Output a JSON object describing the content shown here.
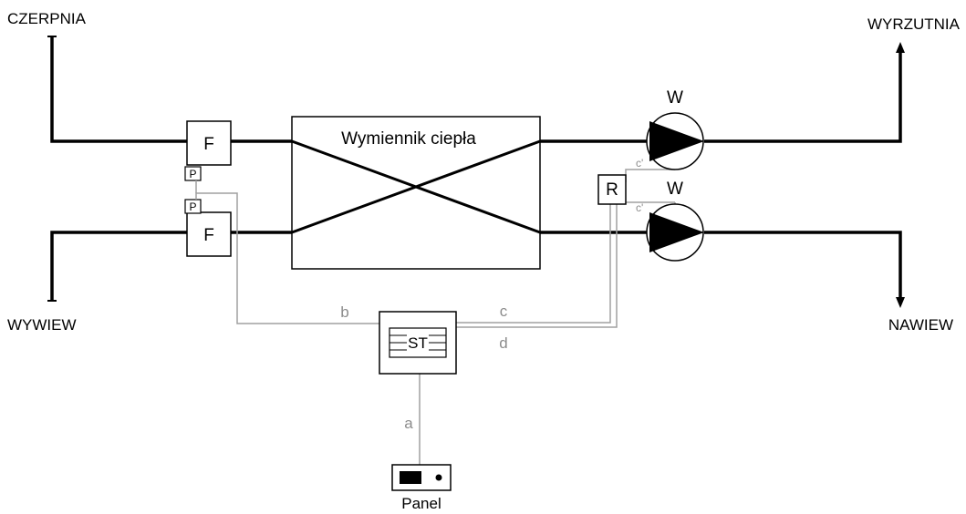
{
  "labels": {
    "intake": "CZERPNIA",
    "exhaust": "WYRZUTNIA",
    "extract": "WYWIEW",
    "supply": "NAWIEW",
    "exchanger": "Wymiennik ciepła",
    "filter_top": "F",
    "filter_bottom": "F",
    "sensor_top": "P",
    "sensor_bottom": "P",
    "regulator": "R",
    "fan_top": "W",
    "fan_bottom": "W",
    "controller": "ST",
    "panel": "Panel",
    "line_a": "a",
    "line_b": "b",
    "line_c": "c",
    "line_d": "d",
    "line_c_prime_top": "c'",
    "line_c_prime_bottom": "c'"
  },
  "colors": {
    "duct": "#000000",
    "signal": "#a0a0a0"
  }
}
